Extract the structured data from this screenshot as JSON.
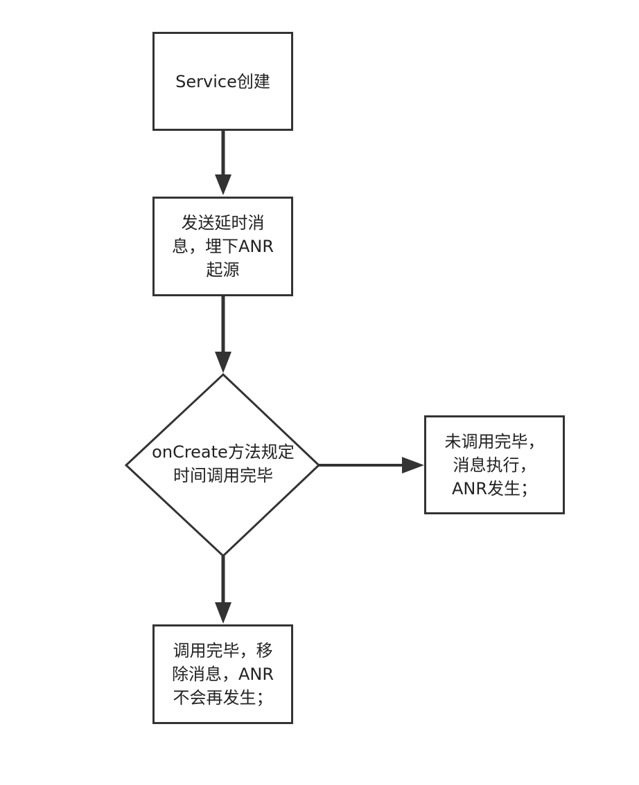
{
  "nodes": {
    "start": {
      "line1": "Service创建"
    },
    "schedule": {
      "line1": "发送延时消",
      "line2": "息，埋下ANR",
      "line3": "起源"
    },
    "decision": {
      "line1": "onCreate方法规定",
      "line2": "时间调用完毕"
    },
    "timeout": {
      "line1": "未调用完毕，",
      "line2": "消息执行，",
      "line3": "ANR发生；"
    },
    "completed": {
      "line1": "调用完毕，移",
      "line2": "除消息，ANR",
      "line3": "不会再发生；"
    }
  },
  "colors": {
    "stroke": "#333333",
    "text": "#222222",
    "background": "#ffffff"
  }
}
